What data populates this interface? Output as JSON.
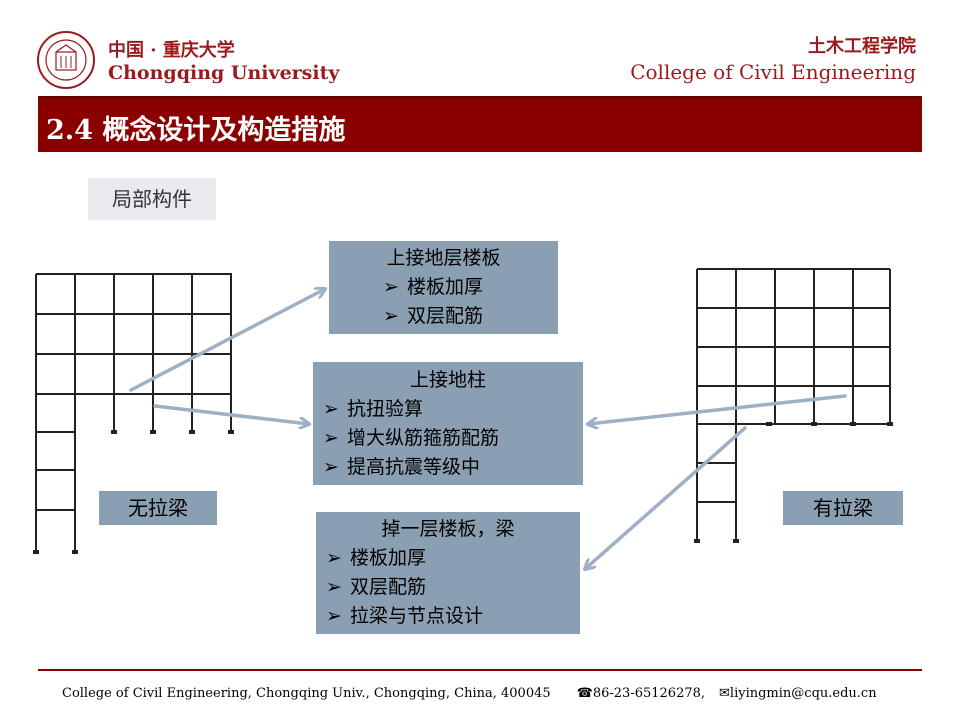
{
  "header": {
    "university_cn": "中国 · 重庆大学",
    "university_en": "Chongqing University",
    "college_cn": "土木工程学院",
    "college_en": "College of Civil Engineering"
  },
  "title": "2.4 概念设计及构造措施",
  "section_label": "局部构件",
  "boxes": {
    "top": {
      "heading": "上接地层楼板",
      "items": [
        "楼板加厚",
        "双层配筋"
      ]
    },
    "middle": {
      "heading": "上接地柱",
      "items": [
        "抗扭验算",
        "增大纵筋箍筋配筋",
        "提高抗震等级中"
      ]
    },
    "bottom": {
      "heading": "掉一层楼板，梁",
      "items": [
        "楼板加厚",
        "双层配筋",
        "拉梁与节点设计"
      ]
    }
  },
  "labels": {
    "left": "无拉梁",
    "right": "有拉梁"
  },
  "footer": {
    "address": "College of Civil Engineering, Chongqing Univ., Chongqing, China, 400045",
    "phone": "86-23-65126278,",
    "email": "liyingmin@cqu.edu.cn"
  },
  "colors": {
    "brand": "#8a0000",
    "box": "#8a9fb2",
    "arrow": "#9fb0c4"
  },
  "icons": {
    "bullet": "arrowhead-bullet-icon",
    "phone": "phone-icon",
    "email": "envelope-icon",
    "logo": "university-seal-icon"
  }
}
